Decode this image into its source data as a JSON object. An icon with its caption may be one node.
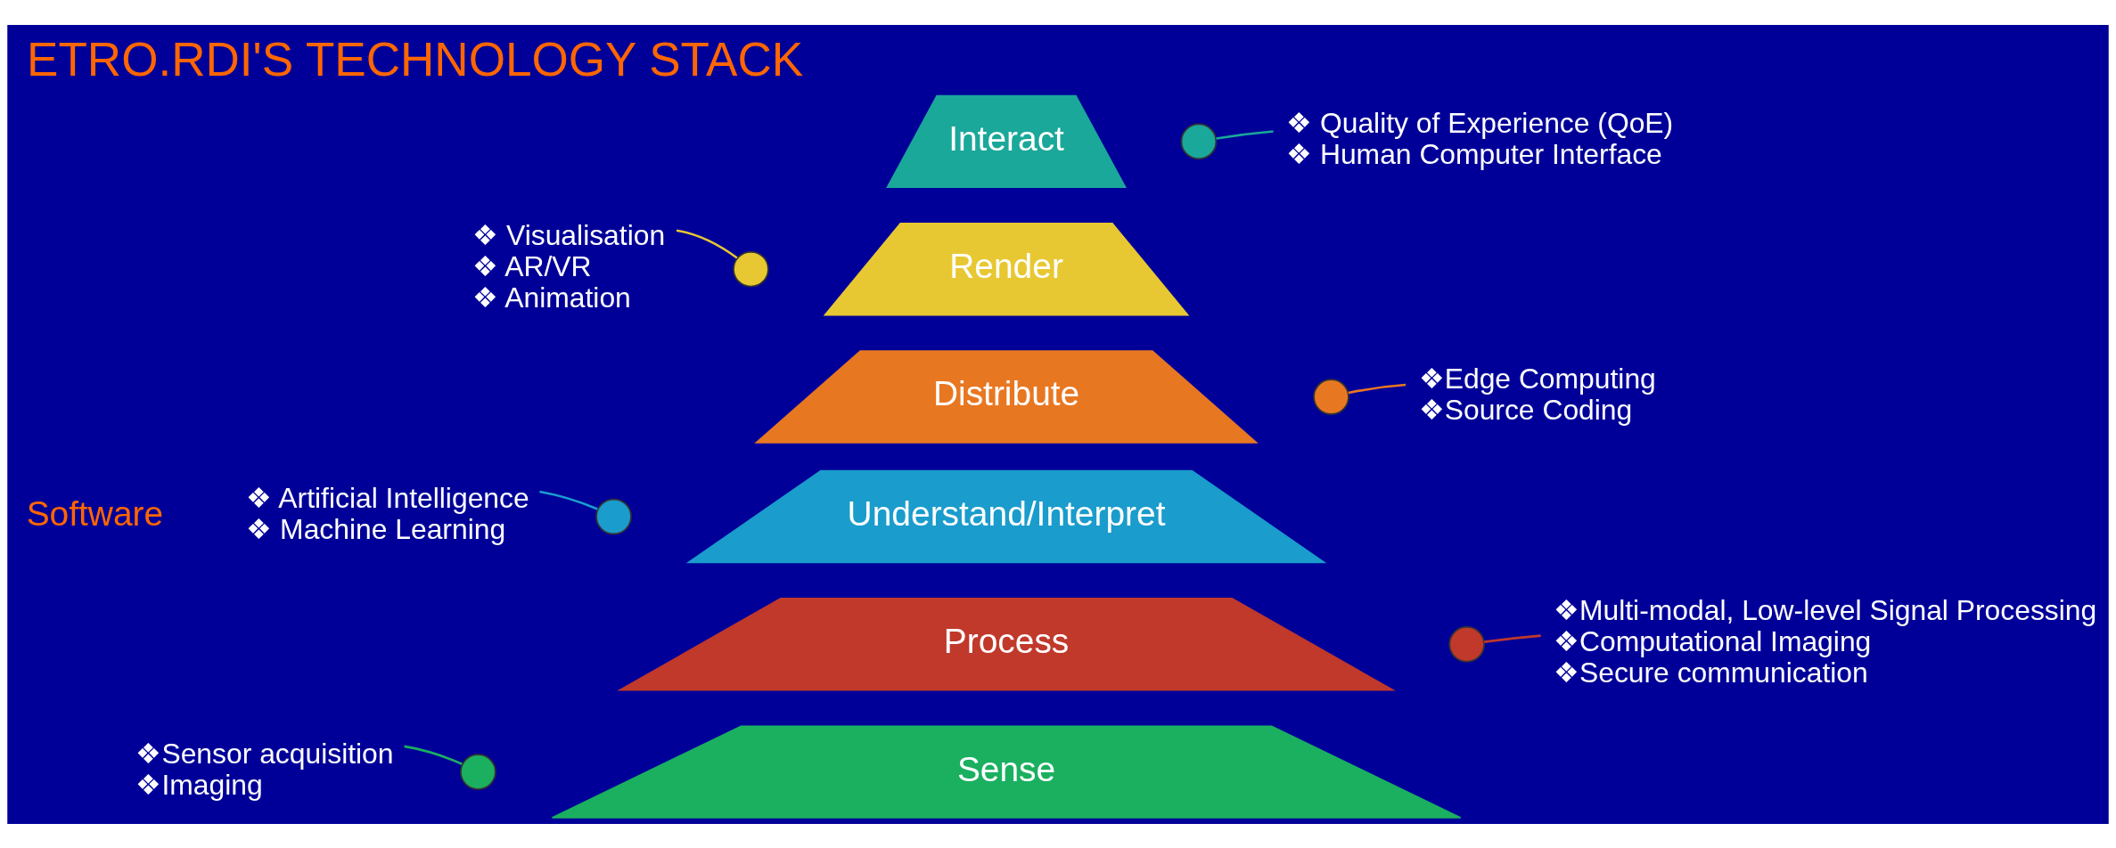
{
  "diagram": {
    "title": "ETRO.RDI'S TECHNOLOGY STACK",
    "nodes": [
      {
        "text": [
          "Interact"
        ]
      },
      {
        "text": [],
        "shape": "circle"
      },
      {
        "text": [
          "❖ Quality of Experience (QoE)",
          "❖ Human Computer Interface"
        ]
      },
      {
        "text": [
          "❖ Visualisation",
          "❖ AR/VR",
          "❖ Animation"
        ]
      },
      {
        "text": [],
        "shape": "circle"
      },
      {
        "text": [
          "Render"
        ]
      },
      {
        "text": [
          "Distribute"
        ]
      },
      {
        "text": [],
        "shape": "circle"
      },
      {
        "text": [
          "❖Edge Computing",
          "❖Source Coding"
        ]
      },
      {
        "text": [
          "❖ Artificial Intelligence",
          "❖ Machine Learning"
        ]
      },
      {
        "text": [],
        "shape": "circle"
      },
      {
        "text": [
          "Understand/Interpret"
        ]
      },
      {
        "text": [
          "Process"
        ]
      },
      {
        "text": [],
        "shape": "circle"
      },
      {
        "text": [
          "❖Multi-modal, Low-level Signal Processing",
          "❖Computational Imaging",
          "❖Secure communication"
        ]
      },
      {
        "text": [
          "❖Sensor acquisition",
          "❖Imaging"
        ]
      },
      {
        "text": [],
        "shape": "circle"
      },
      {
        "text": [
          "Sense"
        ]
      }
    ],
    "edges": [
      {
        "from": 2,
        "to": 1,
        "arrow": "none",
        "color": "#1aa89a"
      },
      {
        "from": 3,
        "to": 4,
        "arrow": "none",
        "color": "#e8c832"
      },
      {
        "from": 8,
        "to": 7,
        "arrow": "none",
        "color": "#e87722"
      },
      {
        "from": 9,
        "to": 10,
        "arrow": "none",
        "color": "#1a9ccc"
      },
      {
        "from": 14,
        "to": 13,
        "arrow": "none",
        "color": "#c0392b"
      },
      {
        "from": 15,
        "to": 16,
        "arrow": "none",
        "color": "#1bb060"
      }
    ],
    "labels": [
      "Software"
    ]
  }
}
